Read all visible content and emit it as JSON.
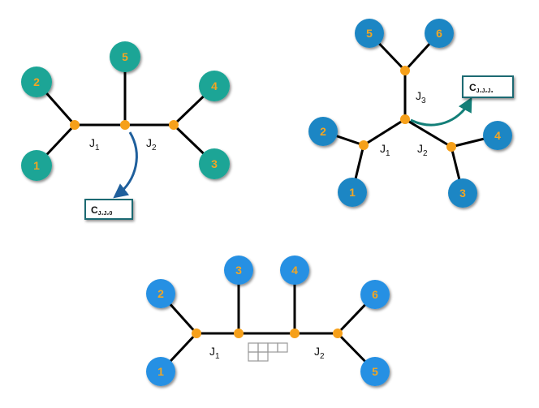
{
  "colors": {
    "teal_node": "#1aa596",
    "blue_node": "#1f86c4",
    "bright_blue_node": "#2590e3",
    "junction": "#f6a01a",
    "edge": "#000000",
    "leaf_text": "#f2a623",
    "arrow_blue": "#1f5f9c",
    "arrow_teal": "#137f78",
    "box_border": "#1a6a73",
    "young_grid": "#9a9a9a"
  },
  "diagrams": [
    {
      "id": "left",
      "node_color": "teal_node",
      "leaves": [
        "2",
        "1",
        "5",
        "4",
        "3"
      ],
      "junctions": [
        {
          "main": "J",
          "sub": "1"
        },
        {
          "main": "J",
          "sub": "2"
        }
      ],
      "box": {
        "main": "C",
        "sub": "J₁J₂0"
      }
    },
    {
      "id": "right",
      "node_color": "blue_node",
      "leaves": [
        "5",
        "6",
        "2",
        "1",
        "4",
        "3"
      ],
      "junctions": [
        {
          "main": "J",
          "sub": "3"
        },
        {
          "main": "J",
          "sub": "1"
        },
        {
          "main": "J",
          "sub": "2"
        }
      ],
      "box": {
        "main": "C",
        "sub": "J₁J₂J₃"
      }
    },
    {
      "id": "bottom",
      "node_color": "bright_blue_node",
      "leaves": [
        "2",
        "1",
        "3",
        "4",
        "6",
        "5"
      ],
      "junctions": [
        {
          "main": "J",
          "sub": "1"
        },
        {
          "main": "J",
          "sub": "2"
        }
      ]
    }
  ]
}
